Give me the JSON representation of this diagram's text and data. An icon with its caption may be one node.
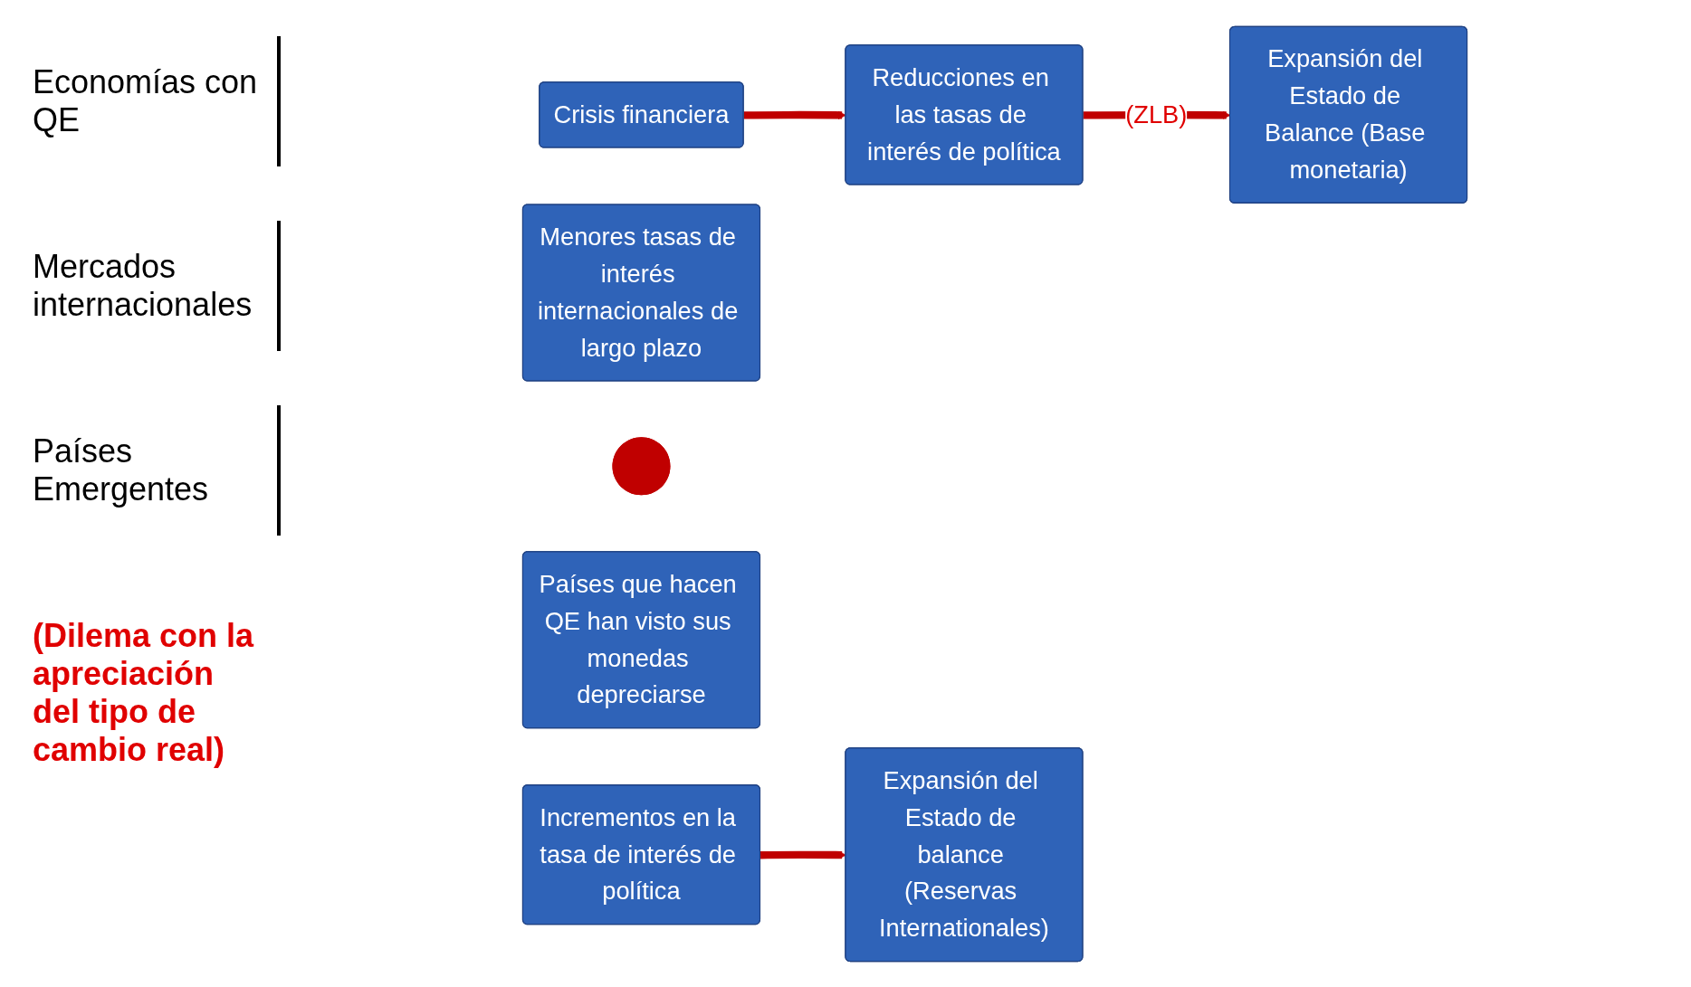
{
  "diagram": {
    "nodes": [
      {
        "text": [
          "Crisis financiera"
        ]
      },
      {
        "text": [
          "Reducciones en las tasas de interés de política"
        ]
      },
      {
        "text": [
          "Expansión del Estado de Balance (Base monetaria)"
        ]
      },
      {
        "text": [
          "Menores tasas de interés internacionales de largo plazo"
        ]
      },
      {
        "text": [],
        "shape": "plus"
      },
      {
        "text": [
          "Países que hacen QE han visto sus monedas depreciarse"
        ]
      },
      {
        "text": [
          "Expansión del Estado de balance (Reservas Internationales)"
        ]
      },
      {
        "text": [
          "Incrementos en la tasa de interés de política"
        ]
      }
    ],
    "edges": [
      {
        "from": 0,
        "to": 1,
        "arrow": "to"
      },
      {
        "from": 1,
        "to": 2,
        "arrow": "to",
        "label": "(ZLB)"
      },
      {
        "from": 7,
        "to": 6,
        "arrow": "to"
      }
    ],
    "labels": [
      "Economías con QE",
      "Mercados internacionales",
      "Países Emergentes",
      "(Dilema con la apreciación del tipo de cambio real)"
    ]
  }
}
